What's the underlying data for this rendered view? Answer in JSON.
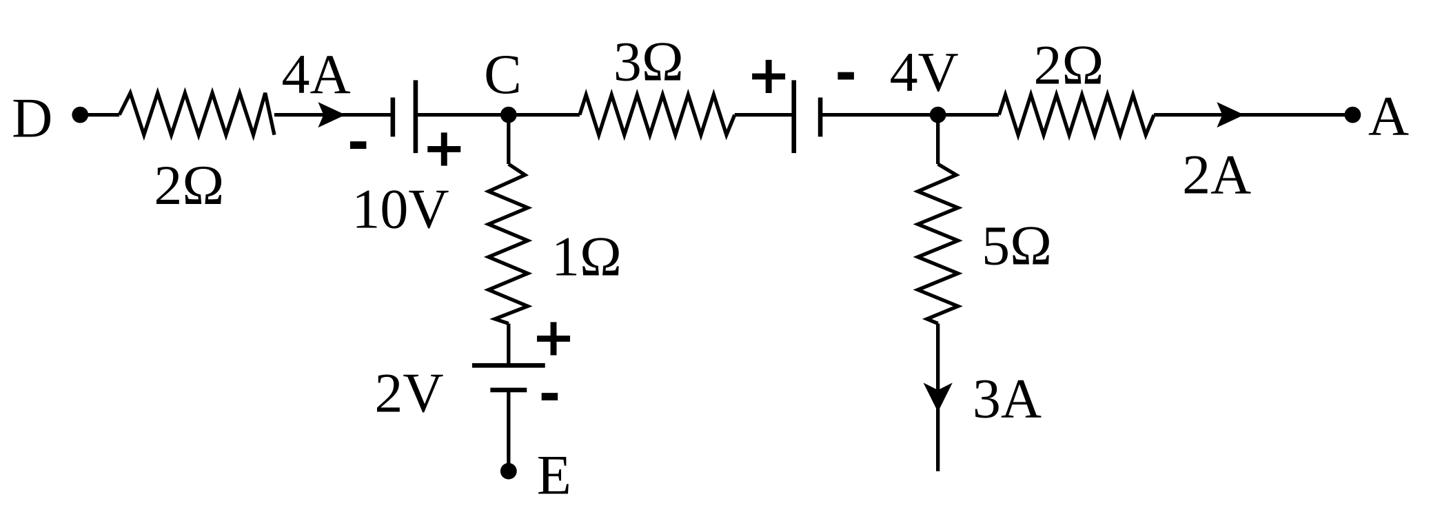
{
  "nodes": {
    "D": "D",
    "C": "C",
    "A": "A",
    "E": "E"
  },
  "components": {
    "r_DC": "2Ω",
    "r_C_right": "3Ω",
    "r_right_A": "2Ω",
    "r_C_down": "1Ω",
    "r_right_down": "5Ω",
    "battery_10V": {
      "label": "10V",
      "minus": "-",
      "plus": "+"
    },
    "battery_4V": {
      "label": "4V",
      "minus": "-",
      "plus": "+"
    },
    "battery_2V": {
      "label": "2V",
      "minus": "-",
      "plus": "+"
    }
  },
  "currents": {
    "i_DC": "4A",
    "i_to_A": "2A",
    "i_down": "3A"
  }
}
